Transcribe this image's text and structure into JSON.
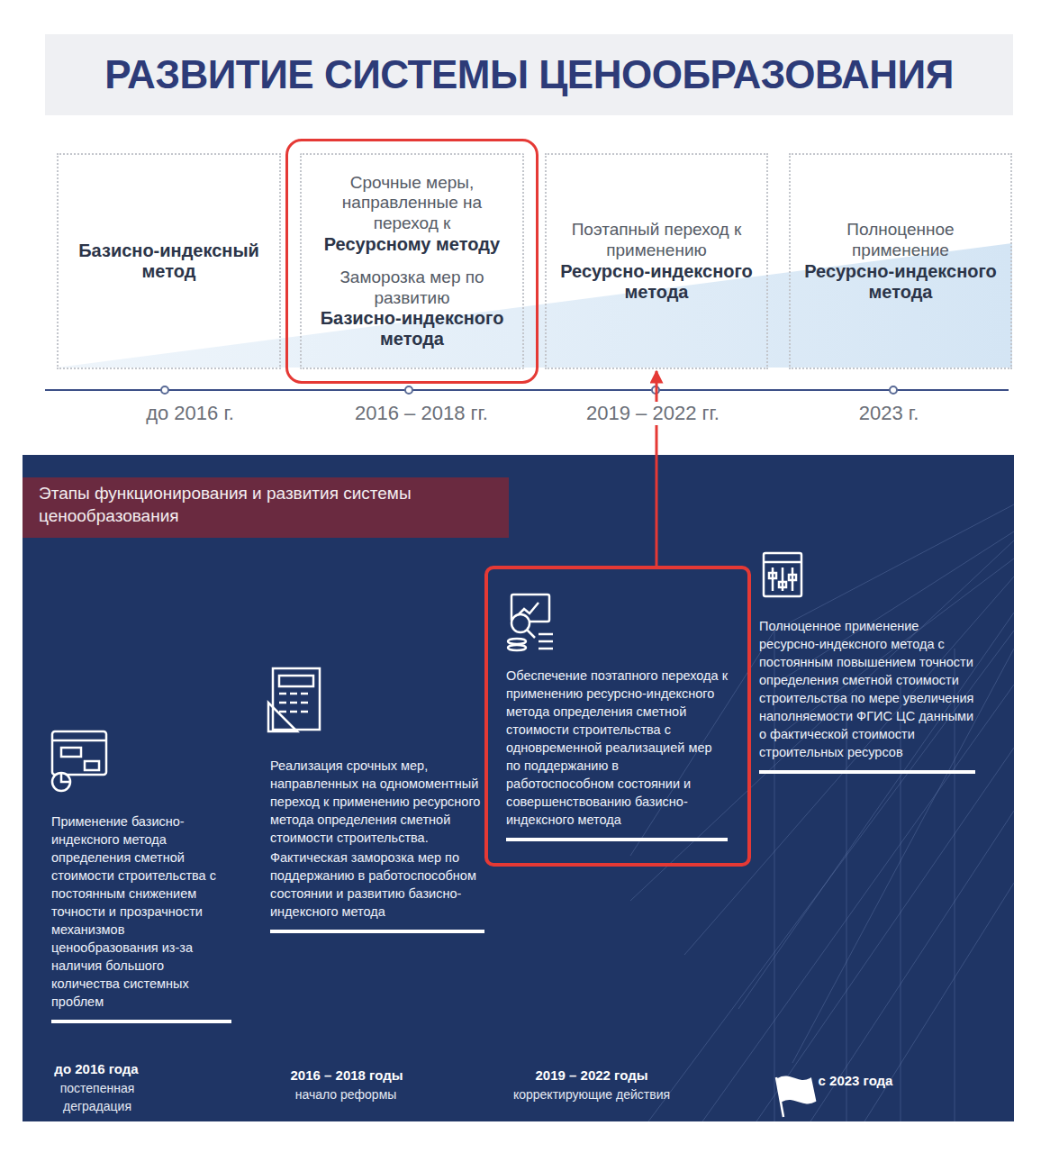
{
  "diagram": {
    "title": "РАЗВИТИЕ СИСТЕМЫ ЦЕНООБРАЗОВАНИЯ",
    "nodes": [
      {
        "text": [
          "Базисно-индексный метод"
        ]
      },
      {
        "text": [
          "Срочные меры, направленные на переход к",
          "Ресурсному методу",
          "Заморозка мер по развитию",
          "Базисно-индексного метода"
        ]
      },
      {
        "text": [
          "Поэтапный переход к применению",
          "Ресурсно-индексного метода"
        ]
      },
      {
        "text": [
          "Полноценное применение",
          "Ресурсно-индексного метода"
        ]
      },
      {
        "text": [
          "Этапы функционирования и развития системы ценообразования"
        ]
      },
      {
        "text": [
          "Применение базисно-индексного метода определения сметной стоимости строительства с постоянным снижением точности и прозрачности механизмов ценообразования из-за наличия большого количества системных проблем"
        ],
        "in": 4
      },
      {
        "text": [
          "Реализация срочных мер, направленных на одномоментный переход к применению ресурсного метода определения сметной стоимости строительства.",
          "Фактическая заморозка мер по поддержанию в работоспособном состоянии и развитию базисно-индексного метода"
        ],
        "in": 4
      },
      {
        "text": [
          "Обеспечение поэтапного перехода к применению ресурсно-индексного метода определения сметной стоимости строительства с одновременной реализацией мер по поддержанию в работоспособном состоянии и совершенствованию базисно-индексного метода"
        ],
        "in": 4
      },
      {
        "text": [
          "Полноценное применение ресурсно-индексного метода с постоянным повышением точности определения сметной стоимости строительства по мере увеличения наполняемости ФГИС ЦС данными о фактической стоимости строительных ресурсов"
        ],
        "in": 4
      }
    ],
    "edges": [
      {
        "from": 7,
        "to": 2,
        "arrow": "to"
      }
    ],
    "labels": [
      "до 2016 г.",
      "2016 – 2018 гг.",
      "2019 – 2022 гг.",
      "2023 г.",
      "до 2016 года",
      "постепенная деградация",
      "2016 – 2018 годы",
      "начало реформы",
      "2019 – 2022 годы",
      "корректирующие действия",
      "с 2023 года"
    ]
  }
}
